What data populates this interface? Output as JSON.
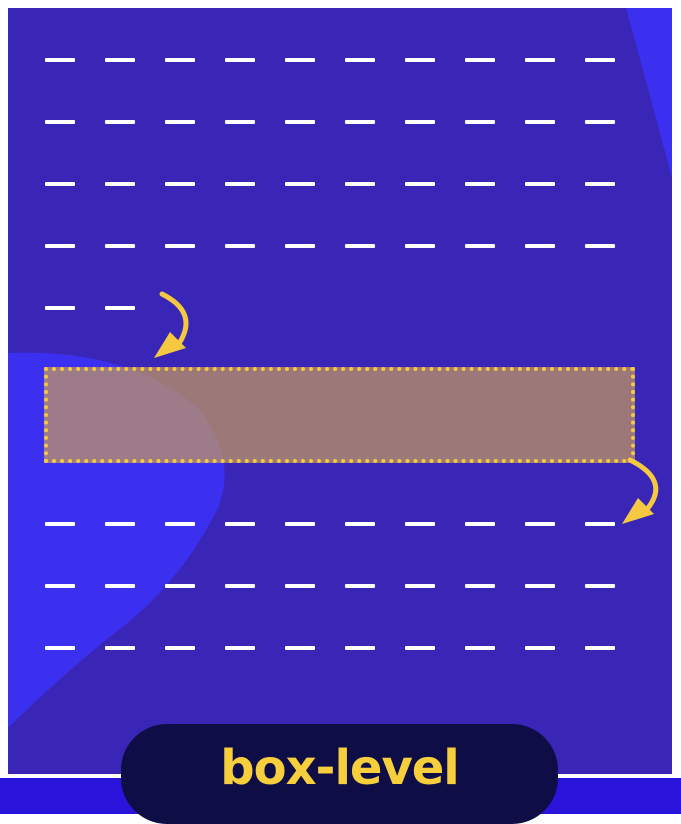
{
  "colors": {
    "background": "#3a26b6",
    "accent_blob": "#3b2ff0",
    "dash": "#ffffff",
    "highlight_border": "#f5c842",
    "highlight_fill": "#a7806a",
    "arrow": "#f5c842",
    "pill": "#0e0d45",
    "label_text": "#f7cf3d"
  },
  "rows_before_highlight": [
    10,
    10,
    10,
    10,
    2
  ],
  "rows_after_highlight": [
    10,
    10,
    10
  ],
  "icons": [
    "curved-arrow-icon",
    "curved-arrow-icon"
  ],
  "label": "box-level"
}
